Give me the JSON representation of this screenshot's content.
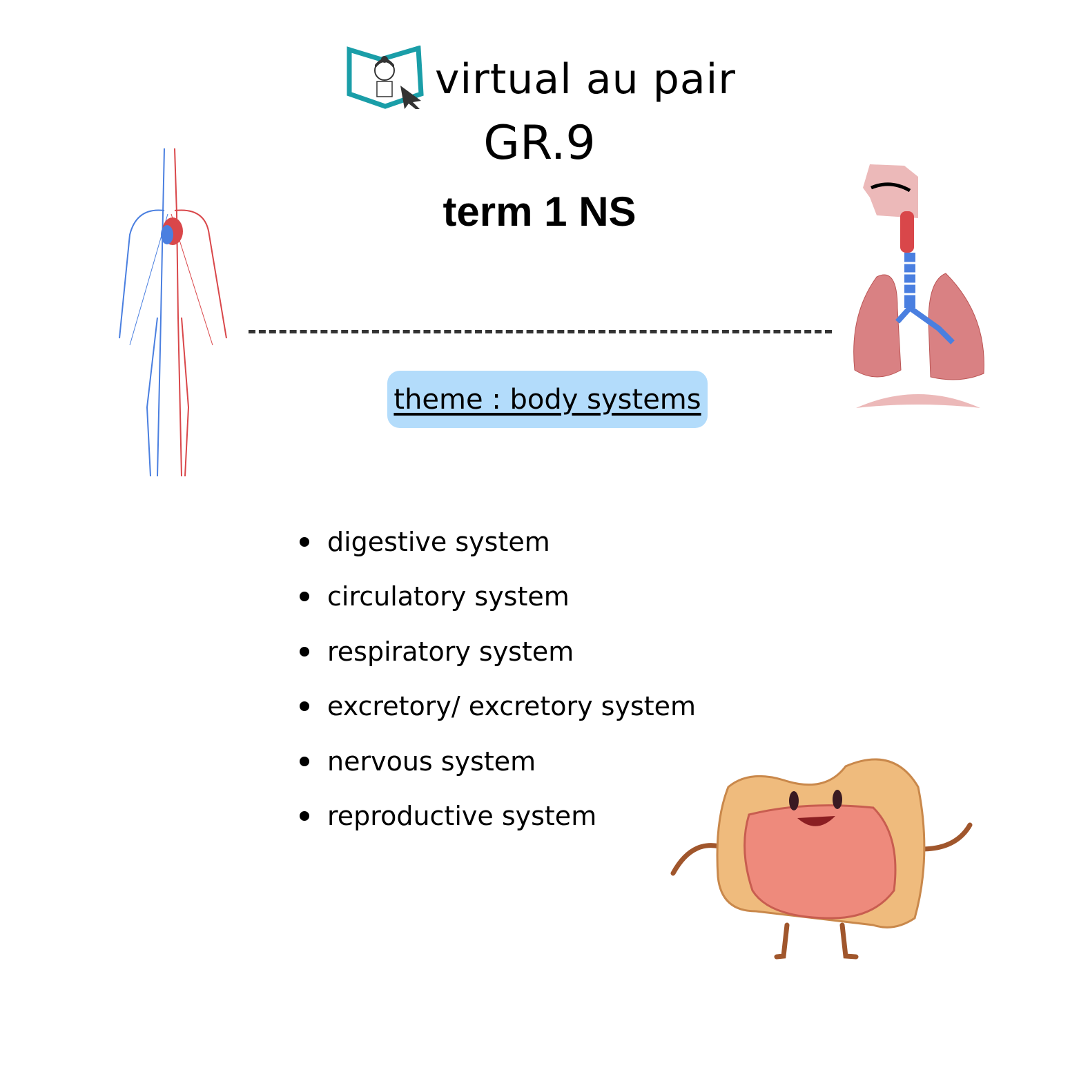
{
  "header": {
    "brand": "virtual au pair",
    "grade": "GR.9",
    "term": "term 1 NS"
  },
  "theme": {
    "label": "theme : body systems"
  },
  "topics": [
    "digestive system",
    "circulatory system",
    "respiratory system",
    "excretory/ excretory system",
    "nervous system",
    "reproductive system"
  ],
  "colors": {
    "brand_teal": "#1a9ea8",
    "theme_bg": "#b3dcfb",
    "artery": "#d9474a",
    "vein": "#4a7fe0"
  }
}
